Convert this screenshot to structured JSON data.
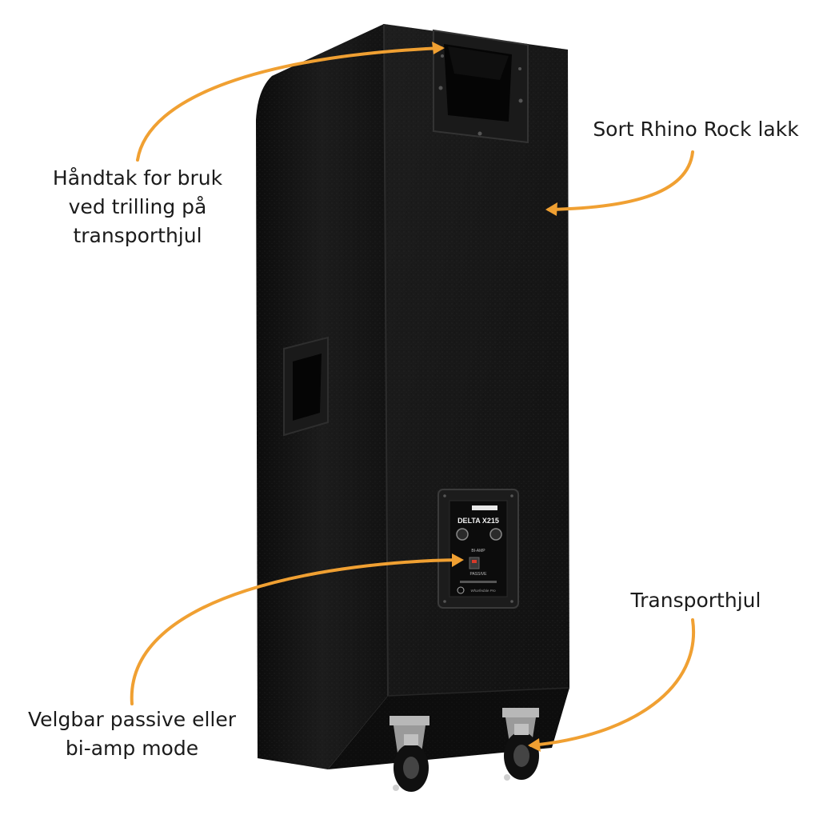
{
  "colors": {
    "accent_orange": "#f0a032",
    "cabinet_black": "#161616",
    "background": "#ffffff",
    "label_text": "#1b1b1b"
  },
  "annotations": {
    "handle": {
      "lines": [
        "Håndtak for bruk",
        "ved trilling på",
        "transporthjul"
      ],
      "icon": "orange-arrow"
    },
    "finish": {
      "lines": [
        "Sort Rhino Rock lakk"
      ],
      "icon": "orange-arrow"
    },
    "wheels": {
      "lines": [
        "Transporthjul"
      ],
      "icon": "orange-arrow"
    },
    "mode": {
      "lines": [
        "Velgbar passive eller",
        "bi-amp mode"
      ],
      "icon": "orange-arrow"
    }
  },
  "connector_panel": {
    "model": "DELTA X215",
    "bi_amp_label": "BI-AMP",
    "passive_label": "PASSIVE",
    "brand_mark": "Wharfedale Pro"
  }
}
